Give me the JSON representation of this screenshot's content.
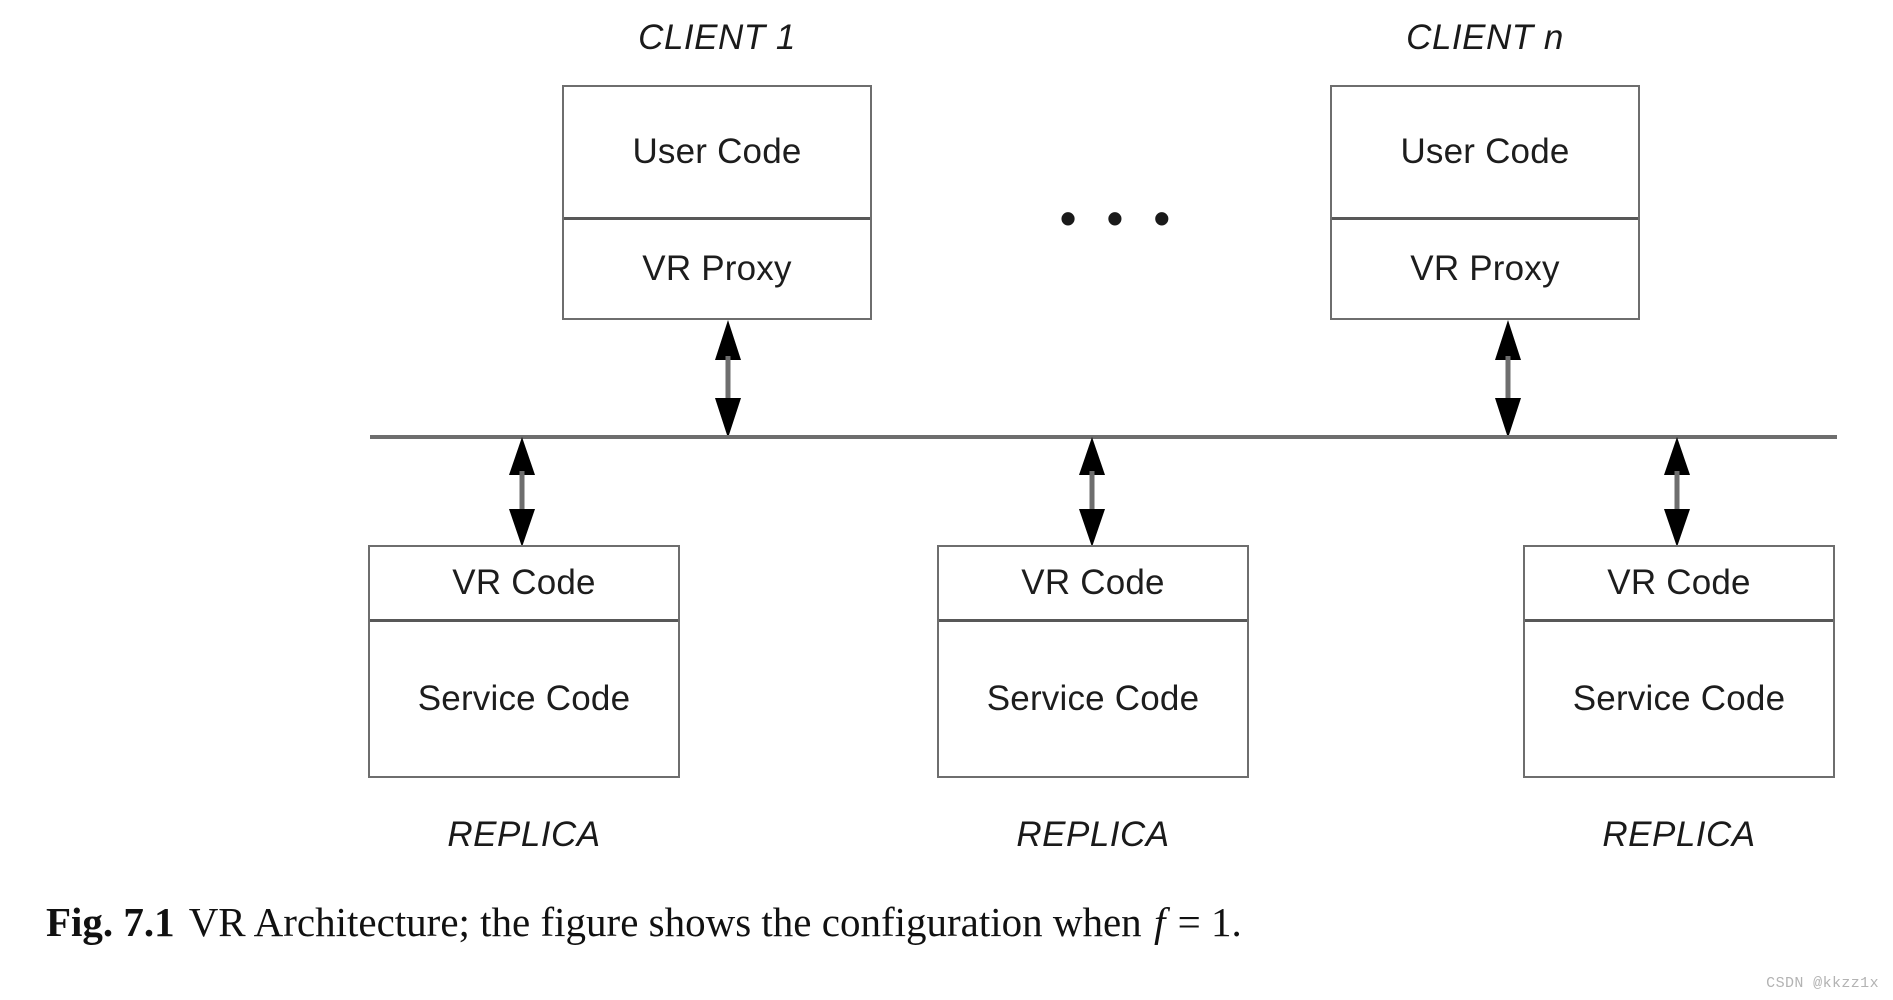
{
  "figure": {
    "id": "fig-7-1",
    "caption_label": "Fig. 7.1",
    "caption_text_before_math": "VR Architecture; the figure shows the configuration when",
    "caption_math_variable": "f",
    "caption_math_rest": "= 1.",
    "background_color": "#ffffff",
    "line_color": "#6e6e6e",
    "text_color": "#1a1a1a",
    "arrow_color": "#000000"
  },
  "clients": [
    {
      "label": "CLIENT 1",
      "label_main": "CLIENT",
      "label_suffix": "1",
      "cells": [
        {
          "text": "User Code"
        },
        {
          "text": "VR Proxy"
        }
      ]
    },
    {
      "label": "CLIENT n",
      "label_main": "CLIENT",
      "label_suffix": "n",
      "cells": [
        {
          "text": "User Code"
        },
        {
          "text": "VR Proxy"
        }
      ]
    }
  ],
  "clients_ellipsis": "• • •",
  "replicas": [
    {
      "label": "REPLICA",
      "cells": [
        {
          "text": "VR Code"
        },
        {
          "text": "Service Code"
        }
      ]
    },
    {
      "label": "REPLICA",
      "cells": [
        {
          "text": "VR Code"
        },
        {
          "text": "Service Code"
        }
      ]
    },
    {
      "label": "REPLICA",
      "cells": [
        {
          "text": "VR Code"
        },
        {
          "text": "Service Code"
        }
      ]
    }
  ],
  "bus": {
    "name": "network-bus"
  },
  "connectors": [
    {
      "name": "client-1-to-bus"
    },
    {
      "name": "client-n-to-bus"
    },
    {
      "name": "bus-to-replica-1"
    },
    {
      "name": "bus-to-replica-2"
    },
    {
      "name": "bus-to-replica-3"
    }
  ],
  "watermark": "CSDN @kkzz1x"
}
